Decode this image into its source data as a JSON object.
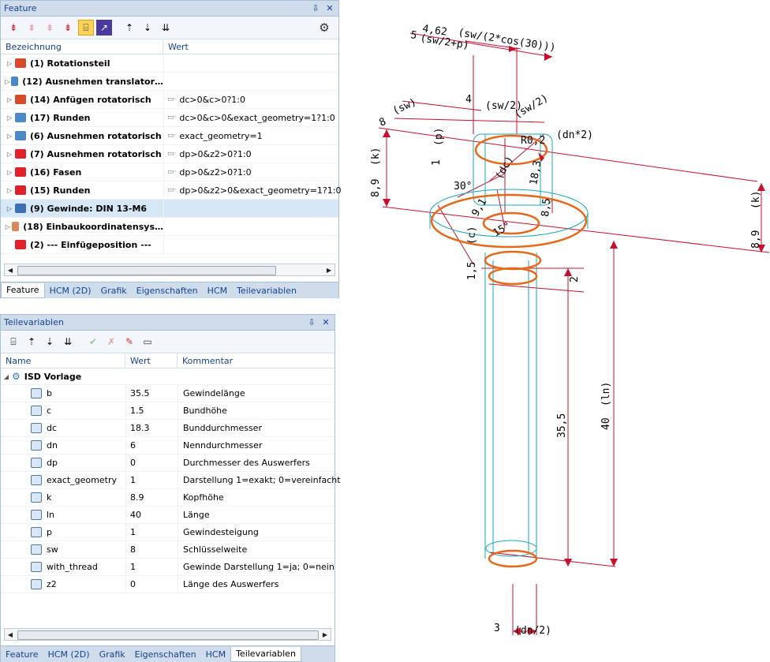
{
  "feature": {
    "title": "Feature",
    "pin": "⇩",
    "close": "✕",
    "col_name": "Bezeichnung",
    "col_value": "Wert",
    "rows": [
      {
        "label": "(1) Rotationsteil",
        "value": "",
        "color": "#d64b2a"
      },
      {
        "label": "(12) Ausnehmen translator…",
        "value": "",
        "color": "#4a88c7"
      },
      {
        "label": "(14) Anfügen rotatorisch",
        "value": "dc>0&c>0?1:0",
        "color": "#d64b2a"
      },
      {
        "label": "(17) Runden",
        "value": "dc>0&c>0&exact_geometry=1?1:0",
        "color": "#4a88c7"
      },
      {
        "label": "(6) Ausnehmen rotatorisch",
        "value": "exact_geometry=1",
        "color": "#4a88c7"
      },
      {
        "label": "(7) Ausnehmen rotatorisch",
        "value": "dp>0&z2>0?1:0",
        "color": "#e0202a"
      },
      {
        "label": "(16) Fasen",
        "value": "dp>0&z2>0?1:0",
        "color": "#e0202a"
      },
      {
        "label": "(15) Runden",
        "value": "dp>0&z2>0&exact_geometry=1?1:0",
        "color": "#e0202a"
      },
      {
        "label": "(9) Gewinde: DIN 13-M6",
        "value": "",
        "color": "#3e6fb0"
      },
      {
        "label": "(18) Einbaukoordinatensys…",
        "value": "",
        "color": "#d88a5c"
      },
      {
        "label": "(2) --- Einfügeposition ---",
        "value": "",
        "color": "#e0202a"
      }
    ],
    "tabs": [
      "Feature",
      "HCM (2D)",
      "Grafik",
      "Eigenschaften",
      "HCM",
      "Teilevariablen"
    ]
  },
  "vars": {
    "title": "Teilevariablen",
    "pin": "⇩",
    "close": "✕",
    "col_name": "Name",
    "col_value": "Wert",
    "col_comment": "Kommentar",
    "root": "ISD Vorlage",
    "rows": [
      {
        "name": "b",
        "value": "35.5",
        "comment": "Gewindelänge"
      },
      {
        "name": "c",
        "value": "1.5",
        "comment": "Bundhöhe"
      },
      {
        "name": "dc",
        "value": "18.3",
        "comment": "Bunddurchmesser"
      },
      {
        "name": "dn",
        "value": "6",
        "comment": "Nenndurchmesser"
      },
      {
        "name": "dp",
        "value": "0",
        "comment": "Durchmesser des Auswerfers"
      },
      {
        "name": "exact_geometry",
        "value": "1",
        "comment": "Darstellung 1=exakt; 0=vereinfacht"
      },
      {
        "name": "k",
        "value": "8.9",
        "comment": "Kopfhöhe"
      },
      {
        "name": "ln",
        "value": "40",
        "comment": "Länge"
      },
      {
        "name": "p",
        "value": "1",
        "comment": "Gewindesteigung"
      },
      {
        "name": "sw",
        "value": "8",
        "comment": "Schlüsselweite"
      },
      {
        "name": "with_thread",
        "value": "1",
        "comment": "Gewinde Darstellung 1=ja; 0=nein"
      },
      {
        "name": "z2",
        "value": "0",
        "comment": "Länge des Auswerfers"
      }
    ],
    "tabs": [
      "Feature",
      "HCM (2D)",
      "Grafik",
      "Eigenschaften",
      "HCM",
      "Teilevariablen"
    ]
  },
  "drawing": {
    "dims": {
      "d1": "4,62",
      "d1b": "(sw/(2*cos(30)))",
      "d2": "5",
      "d2b": "(sw/2+p)",
      "d3": "8",
      "d3b": "(sw)",
      "d4": "4",
      "d4b": "(sw/2)",
      "d5": "(sw/2)",
      "d6": "R0,2",
      "d7": "(dn*2)",
      "d8": "8,9",
      "d8b": "(k)",
      "d9": "1",
      "d9b": "(p)",
      "d10": "30°",
      "d11": "(dc)",
      "d12": "8,9",
      "d12b": "(k)",
      "d13": "18,3",
      "d14": "9,1",
      "d15": "8,5",
      "d16": "1,5",
      "d17": "(c)",
      "d18": "15°",
      "d19": "2",
      "d20": "35,5",
      "d21": "40",
      "d21b": "(ln)",
      "d22": "3",
      "d22b": "(dn/2)"
    }
  }
}
